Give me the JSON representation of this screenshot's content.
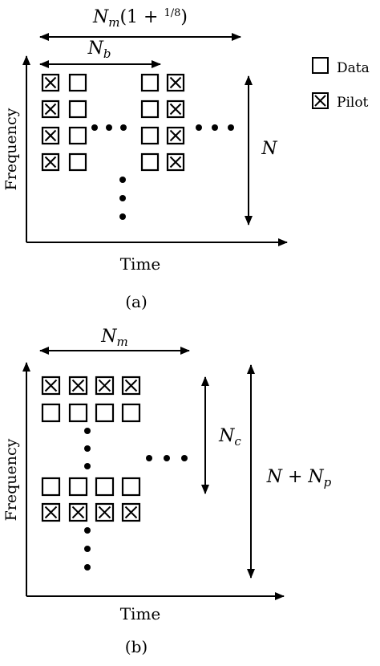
{
  "legend": {
    "data_label": "Data",
    "pilot_label": "Pilot"
  },
  "panel_a": {
    "caption": "(a)",
    "xlabel": "Time",
    "ylabel": "Frequency",
    "top_span": {
      "base": "N",
      "sub": "m",
      "rest": "(1 + ",
      "frac_num": "1",
      "frac_den": "8",
      "close": ")"
    },
    "inner_span": {
      "base": "N",
      "sub": "b"
    },
    "right_span": {
      "base": "N"
    }
  },
  "panel_b": {
    "caption": "(b)",
    "xlabel": "Time",
    "ylabel": "Frequency",
    "top_span": {
      "base": "N",
      "sub": "m"
    },
    "inner_span": {
      "base": "N",
      "sub": "c"
    },
    "right_span": {
      "base": "N",
      "plus": " + ",
      "base2": "N",
      "sub2": "p"
    }
  },
  "colors": {
    "ink": "#000000",
    "background": "#ffffff"
  }
}
